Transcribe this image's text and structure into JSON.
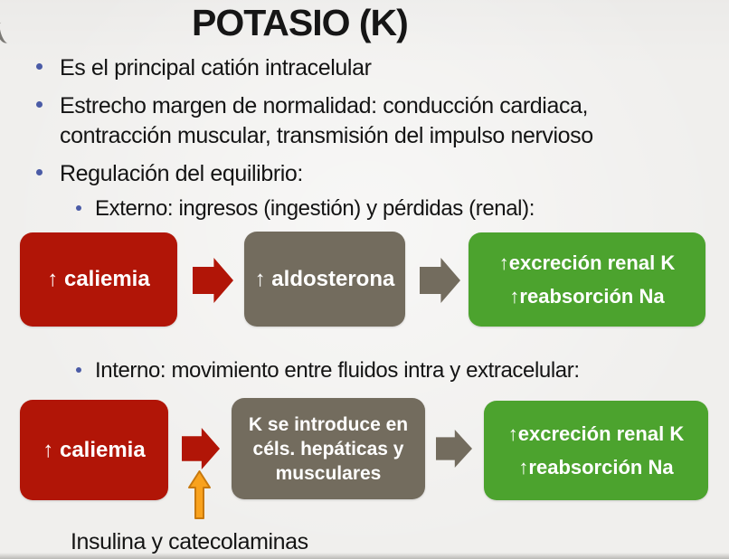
{
  "slide": {
    "title": "POTASIO (K)",
    "bullets": [
      {
        "level": 1,
        "text": "Es el principal catión intracelular"
      },
      {
        "level": 1,
        "text": "Estrecho margen de normalidad: conducción cardiaca, contracción muscular, transmisión del impulso nervioso"
      },
      {
        "level": 1,
        "text": "Regulación del equilibrio:"
      },
      {
        "level": 2,
        "text": "Externo: ingresos (ingestión) y pérdidas (renal):"
      },
      {
        "level": 2,
        "text": "Interno: movimiento entre fluidos intra y extracelular:"
      }
    ]
  },
  "diagram_external": {
    "box1": "↑ caliemia",
    "box2": "↑ aldosterona",
    "box3_line1": "↑excreción renal K",
    "box3_line2": "↑reabsorción Na"
  },
  "diagram_internal": {
    "box1": "↑ caliemia",
    "box2": "K se introduce en céls. hepáticas y musculares",
    "box3_line1": "↑excreción renal K",
    "box3_line2": "↑reabsorción Na",
    "caption": "Insulina y catecolaminas"
  },
  "colors": {
    "red": "#b11507",
    "taupe": "#736c5e",
    "green": "#4ca32e",
    "orange_fill": "#f9a21d",
    "orange_stroke": "#c8790e",
    "bullet_dot": "#4a5ba6"
  }
}
